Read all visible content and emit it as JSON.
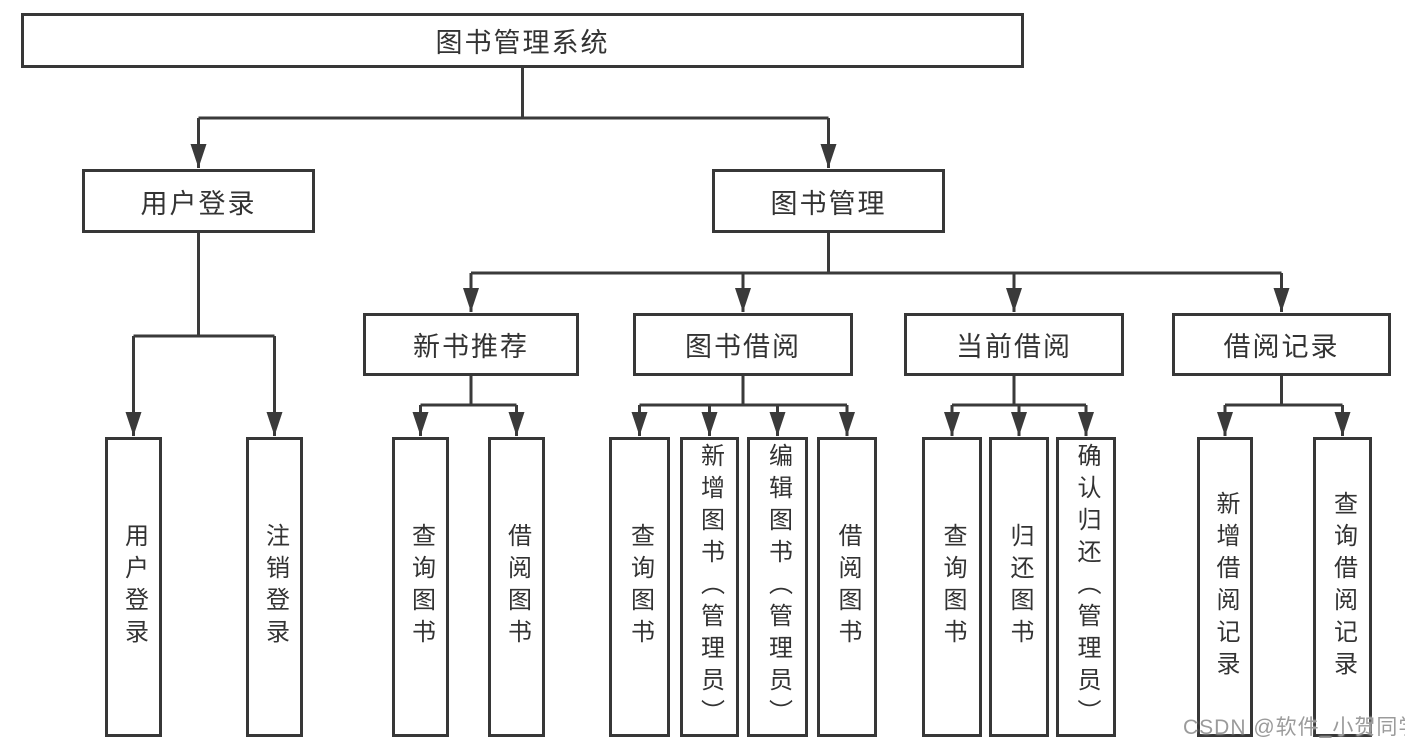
{
  "nodes": {
    "root": "图书管理系统",
    "user_login": "用户登录",
    "book_mgmt": "图书管理",
    "new_book_rec": "新书推荐",
    "book_borrow": "图书借阅",
    "current_borrow": "当前借阅",
    "borrow_records": "借阅记录",
    "leaf_user_login": "用户登录",
    "leaf_logout": "注销登录",
    "leaf_query_book_1": "查询图书",
    "leaf_borrow_book_1": "借阅图书",
    "leaf_query_book_2": "查询图书",
    "leaf_add_book": "新增图书（管理员）",
    "leaf_edit_book": "编辑图书（管理员）",
    "leaf_borrow_book_2": "借阅图书",
    "leaf_query_book_3": "查询图书",
    "leaf_return_book": "归还图书",
    "leaf_confirm_return": "确认归还（管理员）",
    "leaf_add_record": "新增借阅记录",
    "leaf_query_record": "查询借阅记录"
  },
  "colors": {
    "line": "#3a3a3a",
    "text": "#333333",
    "watermark": "#9b9b9b"
  },
  "watermark": "CSDN @软件_小贺同学"
}
